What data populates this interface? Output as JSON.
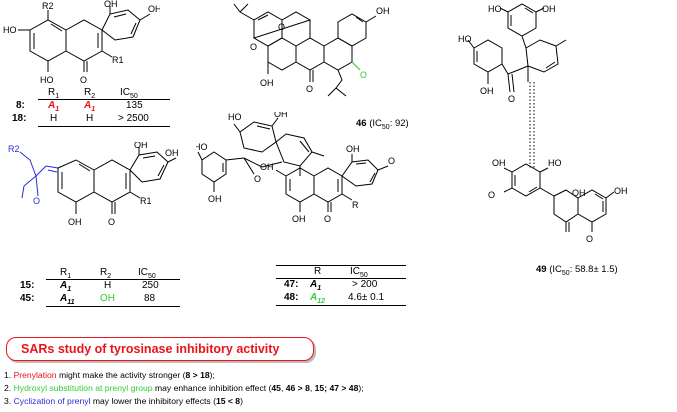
{
  "structure_labels": {
    "s8_atoms": [
      "R2",
      "HO",
      "OH",
      "OH",
      "HO",
      "O",
      "R1",
      "OH",
      "O"
    ],
    "s15_atoms": [
      "R2",
      "O",
      "OH",
      "OH",
      "O",
      "R1",
      "OH",
      "O"
    ],
    "s46_atoms": [
      "O",
      "O",
      "OH",
      "O",
      "OH",
      "O"
    ],
    "s47_atoms": [
      "HO",
      "OH",
      "HO",
      "O",
      "OH",
      "O",
      "OH",
      "OH",
      "O",
      "R",
      "OH",
      "O"
    ],
    "s49_atoms": [
      "HO",
      "OH",
      "HO",
      "O",
      "OH",
      "OH",
      "HO",
      "O",
      "OH",
      "OH",
      "O"
    ]
  },
  "table_8_18": {
    "headers": {
      "r1": "R",
      "r1_sub": "1",
      "r2": "R",
      "r2_sub": "2",
      "ic": "IC",
      "ic_sub": "50"
    },
    "rows": [
      {
        "id": "8:",
        "r1": "A",
        "r1_sub": "1",
        "r2": "A",
        "r2_sub": "1",
        "ic": "135"
      },
      {
        "id": "18:",
        "r1": "H",
        "r2": "H",
        "ic": "> 2500"
      }
    ]
  },
  "table_15_45": {
    "headers": {
      "r1": "R",
      "r1_sub": "1",
      "r2": "R",
      "r2_sub": "2",
      "ic": "IC",
      "ic_sub": "50"
    },
    "rows": [
      {
        "id": "15:",
        "r1": "A",
        "r1_sub": "1",
        "r2": "H",
        "ic": "250"
      },
      {
        "id": "45:",
        "r1": "A",
        "r1_sub": "11",
        "r2": "OH",
        "ic": "88"
      }
    ]
  },
  "table_47_48": {
    "headers": {
      "r": "R",
      "ic": "IC",
      "ic_sub": "50"
    },
    "rows": [
      {
        "id": "47:",
        "r": "A",
        "r_sub": "1",
        "ic": "> 200"
      },
      {
        "id": "48:",
        "r": "A",
        "r_sub": "12",
        "ic": "4.6± 0.1"
      }
    ]
  },
  "captions": {
    "c46_id": "46",
    "c46_rest": " (IC",
    "c46_sub": "50",
    "c46_val": ": 92)",
    "c49_id": "49",
    "c49_rest": " (IC",
    "c49_sub": "50",
    "c49_val": ": 58.8± 1.5)"
  },
  "sars": {
    "title": "SARs study of tyrosinase inhibitory activity"
  },
  "notes": [
    {
      "num": "1. ",
      "hl": "Prenylation",
      "text": " might make the activity stronger (",
      "b1": "8 > 18",
      "end": ");"
    },
    {
      "num": "2. ",
      "hl": "Hydroxyl substitution at prenyl group",
      "text": " may enhance inhibition effect (",
      "b1": "45",
      "sep1": ", ",
      "b2": "46 > 8",
      "sep2": ", ",
      "b3": "15; 47 > 48",
      "end": ");"
    },
    {
      "num": "3. ",
      "hl": "Cyclization of prenyl",
      "text": " may lower the inhibitory effects (",
      "b1": "15 < 8",
      "end": ")"
    }
  ],
  "colors": {
    "red": "#e8141b",
    "green": "#33cc33",
    "blue": "#2b2bd6"
  }
}
